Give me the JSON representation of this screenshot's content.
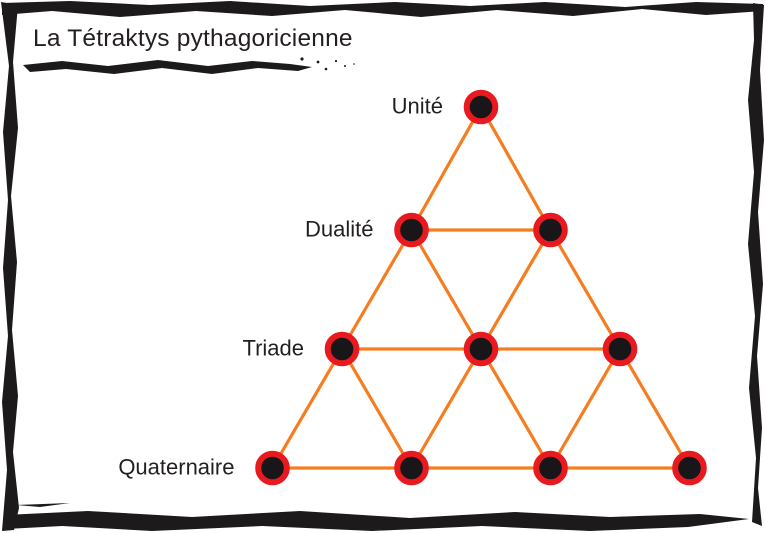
{
  "title": "La Tétraktys pythagoricienne",
  "diagram": {
    "name": "tetractys",
    "rows": [
      {
        "label": "Unité",
        "points": 1
      },
      {
        "label": "Dualité",
        "points": 2
      },
      {
        "label": "Triade",
        "points": 3
      },
      {
        "label": "Quaternaire",
        "points": 4
      }
    ],
    "total_points": 10,
    "colors": {
      "edge_orange": "#f57d20",
      "node_ring_red": "#e8191f",
      "node_fill_black": "#19161a",
      "text": "#231f20",
      "frame_black": "#1d1a1b",
      "background": "#ffffff"
    }
  }
}
